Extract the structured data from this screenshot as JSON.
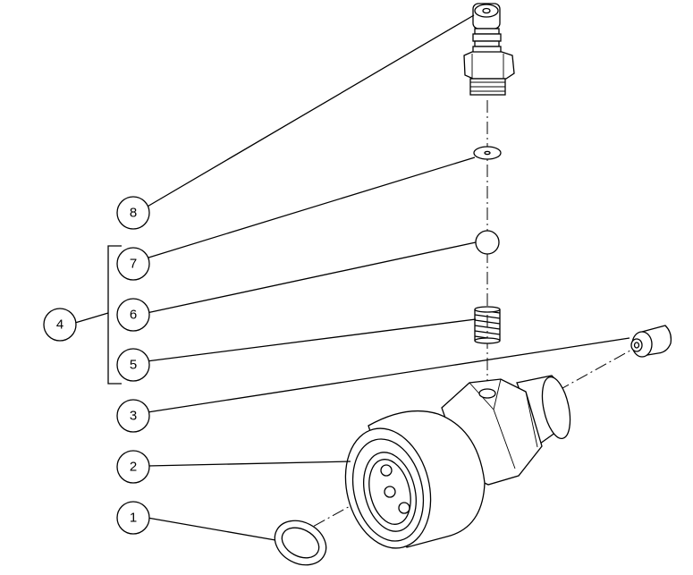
{
  "callouts": [
    {
      "id": "c1",
      "label": "1"
    },
    {
      "id": "c2",
      "label": "2"
    },
    {
      "id": "c3",
      "label": "3"
    },
    {
      "id": "c4",
      "label": "4"
    },
    {
      "id": "c5",
      "label": "5"
    },
    {
      "id": "c6",
      "label": "6"
    },
    {
      "id": "c7",
      "label": "7"
    },
    {
      "id": "c8",
      "label": "8"
    }
  ]
}
